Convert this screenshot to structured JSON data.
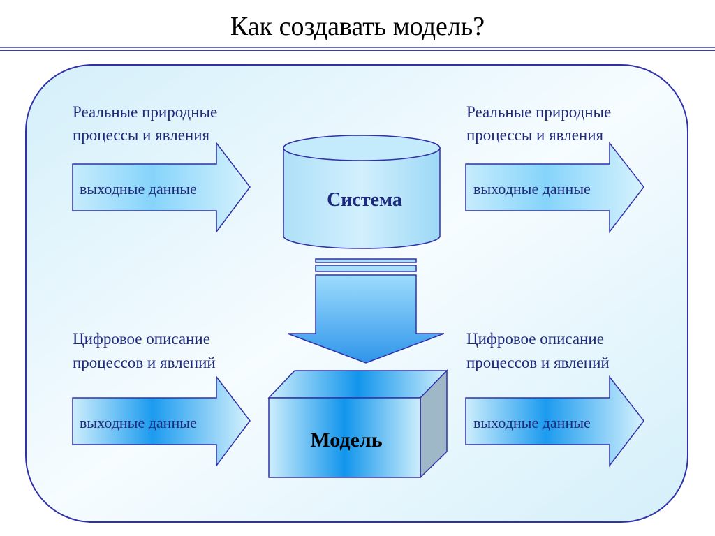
{
  "title": "Как создавать модель?",
  "system": {
    "label": "Система"
  },
  "model": {
    "label": "Модель"
  },
  "top_left": {
    "line1": "Реальные природные",
    "line2": "процессы и явления",
    "arrow": "выходные данные"
  },
  "top_right": {
    "line1": "Реальные природные",
    "line2": "процессы и явления",
    "arrow": "выходные данные"
  },
  "bottom_left": {
    "line1": "Цифровое описание",
    "line2": "процессов и явлений",
    "arrow": "выходные данные"
  },
  "bottom_right": {
    "line1": "Цифровое описание",
    "line2": "процессов и явлений",
    "arrow": "выходные данные"
  },
  "colors": {
    "outline": "#3030a8",
    "text": "#1f2a7a",
    "panel": "#dff3fb"
  }
}
